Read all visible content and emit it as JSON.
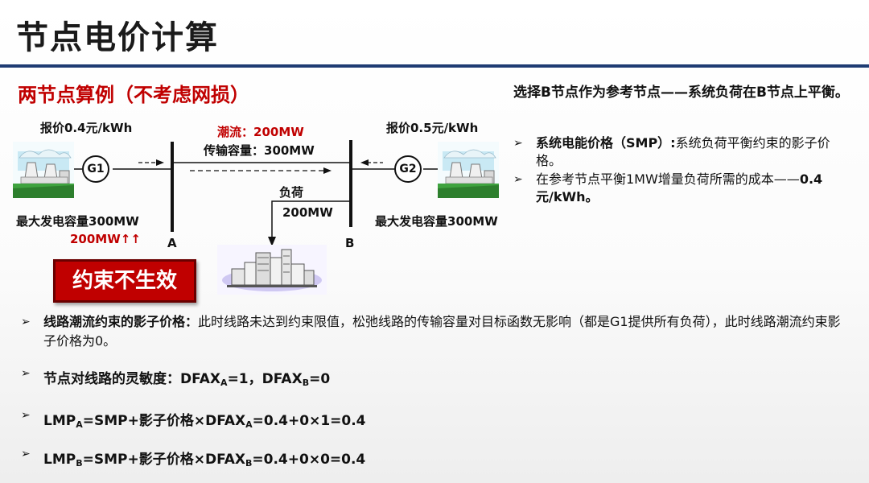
{
  "title": "节点电价计算",
  "subtitle": "两节点算例（不考虑网损）",
  "diagram": {
    "g1": {
      "label": "G1",
      "price": "报价0.4元/kWh",
      "capacity": "最大发电容量300MW",
      "output": "200MW↑↑"
    },
    "g2": {
      "label": "G2",
      "price": "报价0.5元/kWh",
      "capacity": "最大发电容量300MW"
    },
    "line": {
      "flow_label": "潮流：",
      "flow_value": "200MW",
      "capacity": "传输容量：300MW"
    },
    "load": {
      "label": "负荷",
      "value": "200MW"
    },
    "bus_a": "A",
    "bus_b": "B",
    "stamp": "约束不生效"
  },
  "right_panel": {
    "heading": "选择B节点作为参考节点——系统负荷在B节点上平衡。",
    "bullets": [
      {
        "bold": "系统电能价格（SMP）:",
        "text": "系统负荷平衡约束的影子价格。"
      },
      {
        "text": "在参考节点平衡1MW增量负荷所需的成本——",
        "bold_tail": "0.4元/kWh。"
      }
    ]
  },
  "bottom": {
    "b1_bold": "线路潮流约束的影子价格：",
    "b1_text": "此时线路未达到约束限值，松弛线路的传输容量对目标函数无影响（都是G1提供所有负荷），此时线路潮流约束影子价格为0。",
    "b2": {
      "t1": "节点对线路的灵敏度：DFAX",
      "s1": "A",
      "t2": "=1，DFAX",
      "s2": "B",
      "t3": "=0"
    },
    "b3": {
      "t1": "LMP",
      "s1": "A",
      "t2": "=SMP+影子价格×DFAX",
      "s2": "A",
      "t3": "=0.4+0×1=0.4"
    },
    "b4": {
      "t1": "LMP",
      "s1": "B",
      "t2": "=SMP+影子价格×DFAX",
      "s2": "B",
      "t3": "=0.4+0×0=0.4"
    },
    "bullet_glyph": "➢"
  },
  "icon_names": [
    "power-plant-icon",
    "power-plant-icon",
    "city-buildings-icon"
  ],
  "colors": {
    "accent_red": "#c00000",
    "title_bar": "#1f3c73"
  }
}
